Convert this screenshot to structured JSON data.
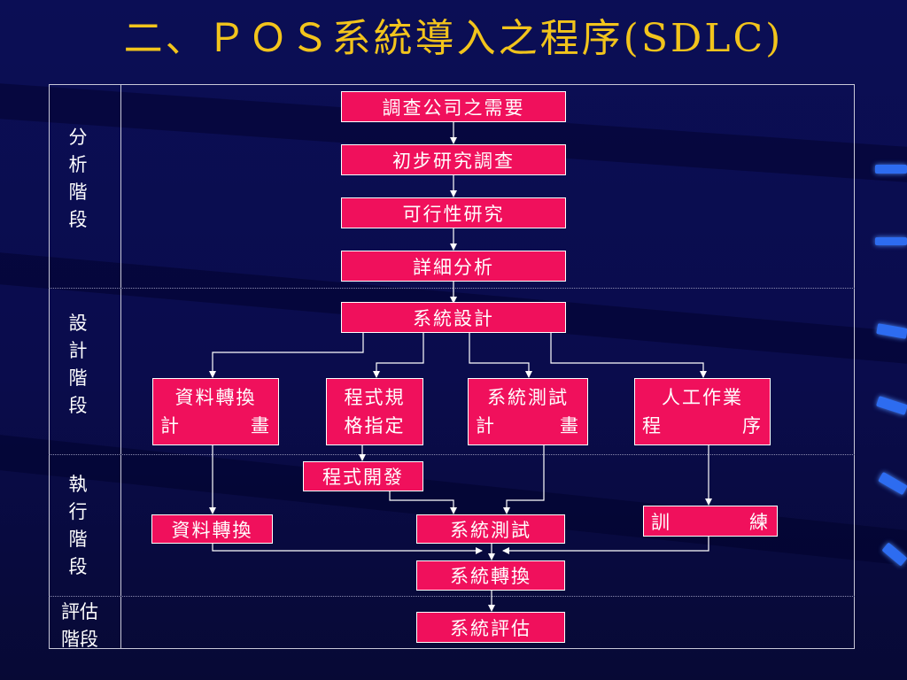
{
  "title": "二、ＰＯＳ系統導入之程序(SDLC)",
  "stages": {
    "analysis": [
      "分",
      "析",
      "階",
      "段"
    ],
    "design": [
      "設",
      "計",
      "階",
      "段"
    ],
    "execution": [
      "執",
      "行",
      "階",
      "段"
    ],
    "evaluation": [
      "評估",
      "階段"
    ]
  },
  "steps": {
    "survey_needs": "調查公司之需要",
    "preliminary": "初步研究調查",
    "feasibility": "可行性研究",
    "detailed_analysis": "詳細分析",
    "system_design": "系統設計",
    "data_conv_plan": {
      "line1": "資料轉換",
      "line2a": "計",
      "line2b": "畫"
    },
    "program_spec": {
      "line1": "程式規",
      "line2": "格指定"
    },
    "test_plan": {
      "line1": "系統測試",
      "line2a": "計",
      "line2b": "畫"
    },
    "manual_proc": {
      "line1": "人工作業",
      "line2a": "程",
      "line2b": "序"
    },
    "program_dev": "程式開發",
    "data_conversion": "資料轉換",
    "system_test": "系統測試",
    "training": {
      "a": "訓",
      "b": "練"
    },
    "system_conversion": "系統轉換",
    "system_evaluation": "系統評估"
  },
  "colors": {
    "background": "#0b0e55",
    "title": "#f2c41c",
    "box_fill": "#f0105c",
    "box_border": "#ffffff",
    "connector": "#ffffff"
  }
}
